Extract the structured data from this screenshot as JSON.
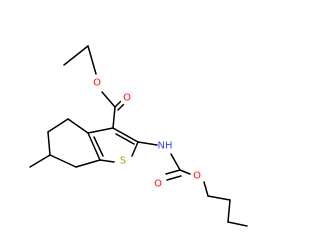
{
  "molecule": {
    "atoms": {
      "ester_o_single": "O",
      "ester_o_double": "O",
      "nh": "NH",
      "sulfur": "S",
      "carbamate_o_double": "O",
      "carbamate_o_single": "O"
    },
    "colors": {
      "oxygen": "#ff0d0d",
      "nitrogen": "#3050f8",
      "sulfur": "#b8a000",
      "bond": "#000000",
      "background": "#ffffff"
    }
  }
}
